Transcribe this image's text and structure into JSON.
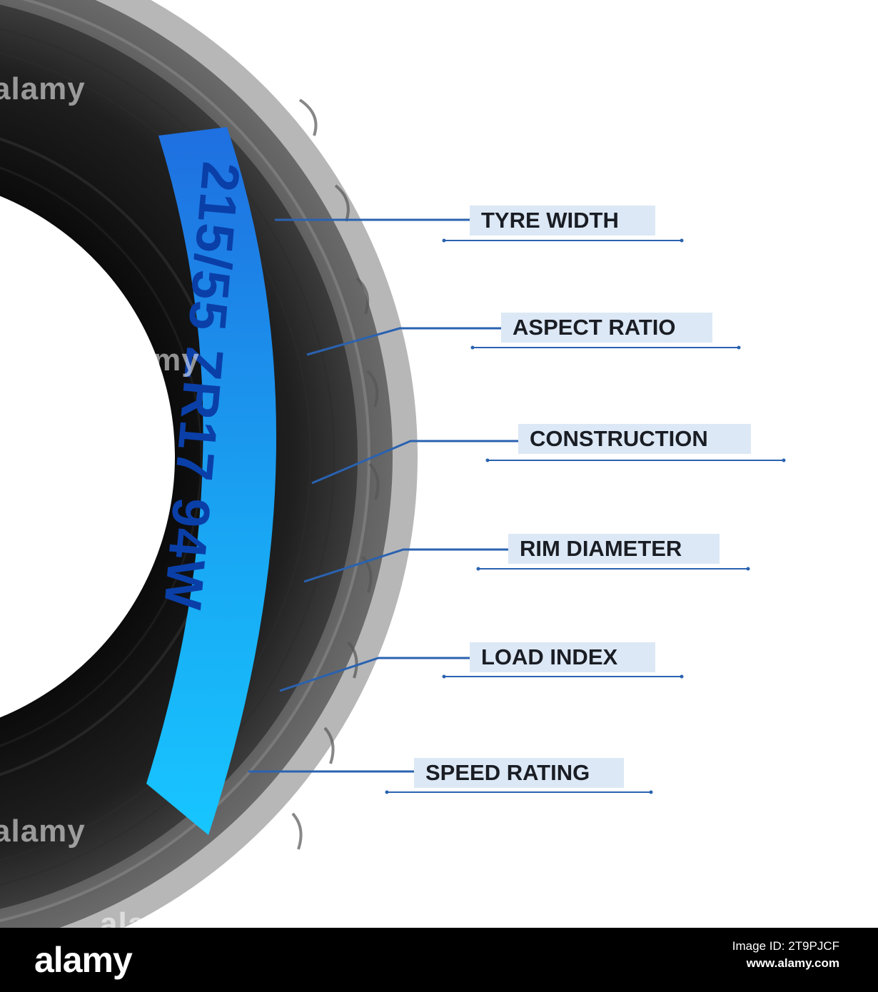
{
  "tyre": {
    "sidewall_code": "215/55 ZR17 94W",
    "colors": {
      "rubber_dark": "#141414",
      "rubber_mid": "#3b3b3b",
      "tread_light": "#b7b7b7",
      "highlight_band_top": "#1f6fe0",
      "highlight_band_bottom": "#17c6ff",
      "code_text": "#0a3fa8"
    }
  },
  "labels": [
    {
      "text": "TYRE WIDTH"
    },
    {
      "text": "ASPECT RATIO"
    },
    {
      "text": "CONSTRUCTION"
    },
    {
      "text": "RIM DIAMETER"
    },
    {
      "text": "LOAD INDEX"
    },
    {
      "text": "SPEED RATING"
    }
  ],
  "colors": {
    "label_bg": "#dce8f5",
    "leader_line": "#2a62b0",
    "underline": "#2a62b0"
  },
  "watermark": {
    "text": "alamy"
  },
  "footer": {
    "logo": "alamy",
    "image_id_line": "Image ID: 2T9PJCF",
    "url": "www.alamy.com"
  }
}
